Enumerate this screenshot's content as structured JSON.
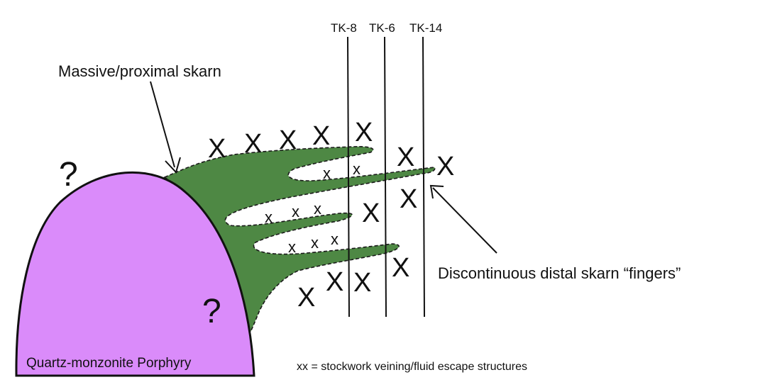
{
  "labels": {
    "massive_skarn": "Massive/proximal skarn",
    "distal_fingers": "Discontinuous distal skarn “fingers”",
    "porphyry": "Quartz-monzonite Porphyry",
    "stockwork_legend": "xx = stockwork veining/fluid escape structures",
    "question_mark": "?"
  },
  "drill_holes": [
    {
      "name": "TK-8"
    },
    {
      "name": "TK-6"
    },
    {
      "name": "TK-14"
    }
  ],
  "marks": {
    "large_x": "X",
    "small_x": "x"
  },
  "colors": {
    "porphyry": "#DA8BFA",
    "skarn": "#4E8844",
    "outline": "#1a1a1a"
  }
}
